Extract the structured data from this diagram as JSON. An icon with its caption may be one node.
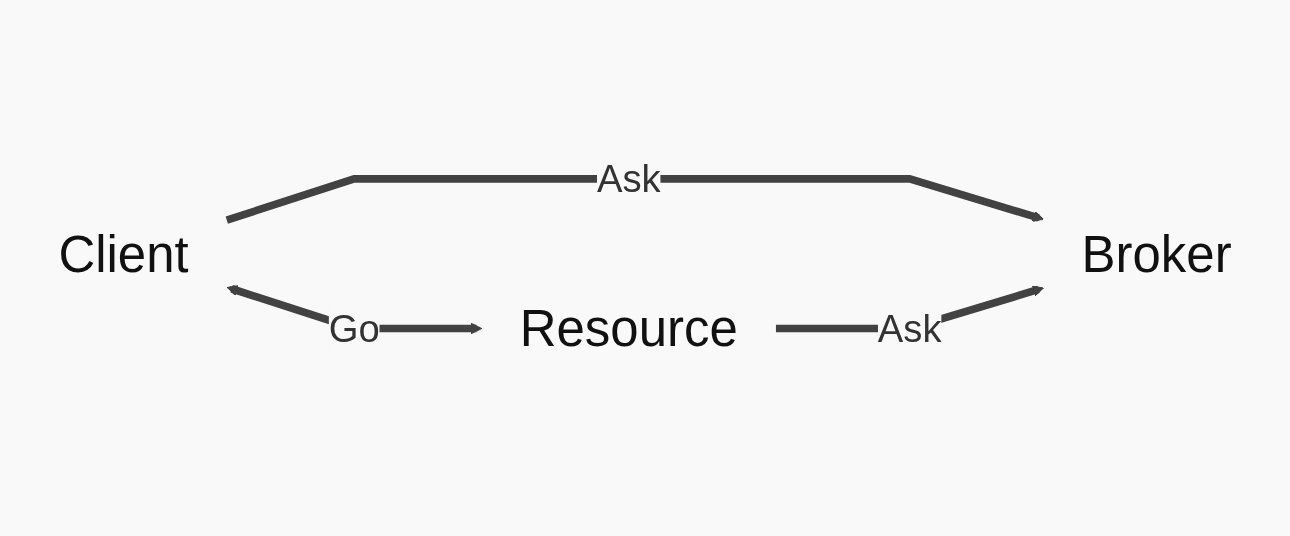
{
  "diagram": {
    "nodes": [
      {
        "text": [
          "Client"
        ]
      },
      {
        "text": [
          "Broker"
        ]
      },
      {
        "text": [
          "Resource"
        ]
      }
    ],
    "edges": [
      {
        "from": 0,
        "to": 1,
        "arrow": "to",
        "label": "Ask"
      },
      {
        "from": 2,
        "to": 1,
        "arrow": "to",
        "label": "Ask"
      },
      {
        "from": 0,
        "to": 2,
        "arrow": "both",
        "label": "Go"
      }
    ]
  }
}
